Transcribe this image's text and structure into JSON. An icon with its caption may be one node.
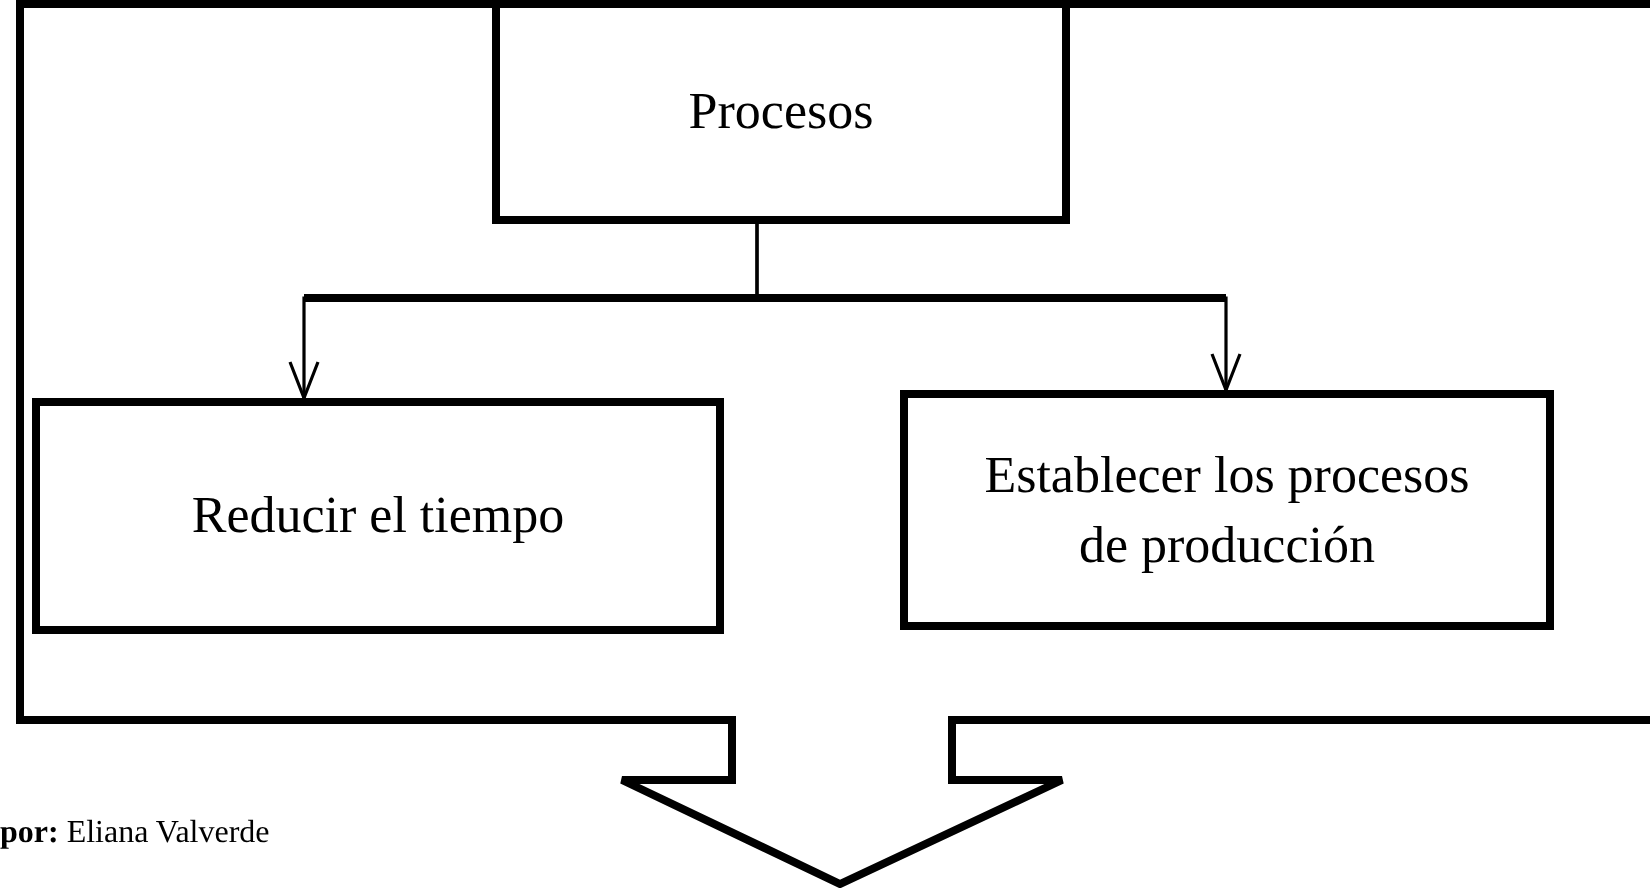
{
  "diagram": {
    "nodes": [
      {
        "text": [],
        "shape": "arrow"
      },
      {
        "text": [
          "Procesos"
        ],
        "in": 0
      },
      {
        "text": [
          "Reducir el tiempo"
        ],
        "in": 0
      },
      {
        "text": [
          "Establecer los procesos de producción"
        ],
        "in": 0
      }
    ],
    "edges": [
      {
        "from": 1,
        "to": 2,
        "arrow": "to"
      },
      {
        "from": 1,
        "to": 3,
        "arrow": "to"
      }
    ],
    "labels": [
      "**por:** Eliana Valverde"
    ]
  }
}
